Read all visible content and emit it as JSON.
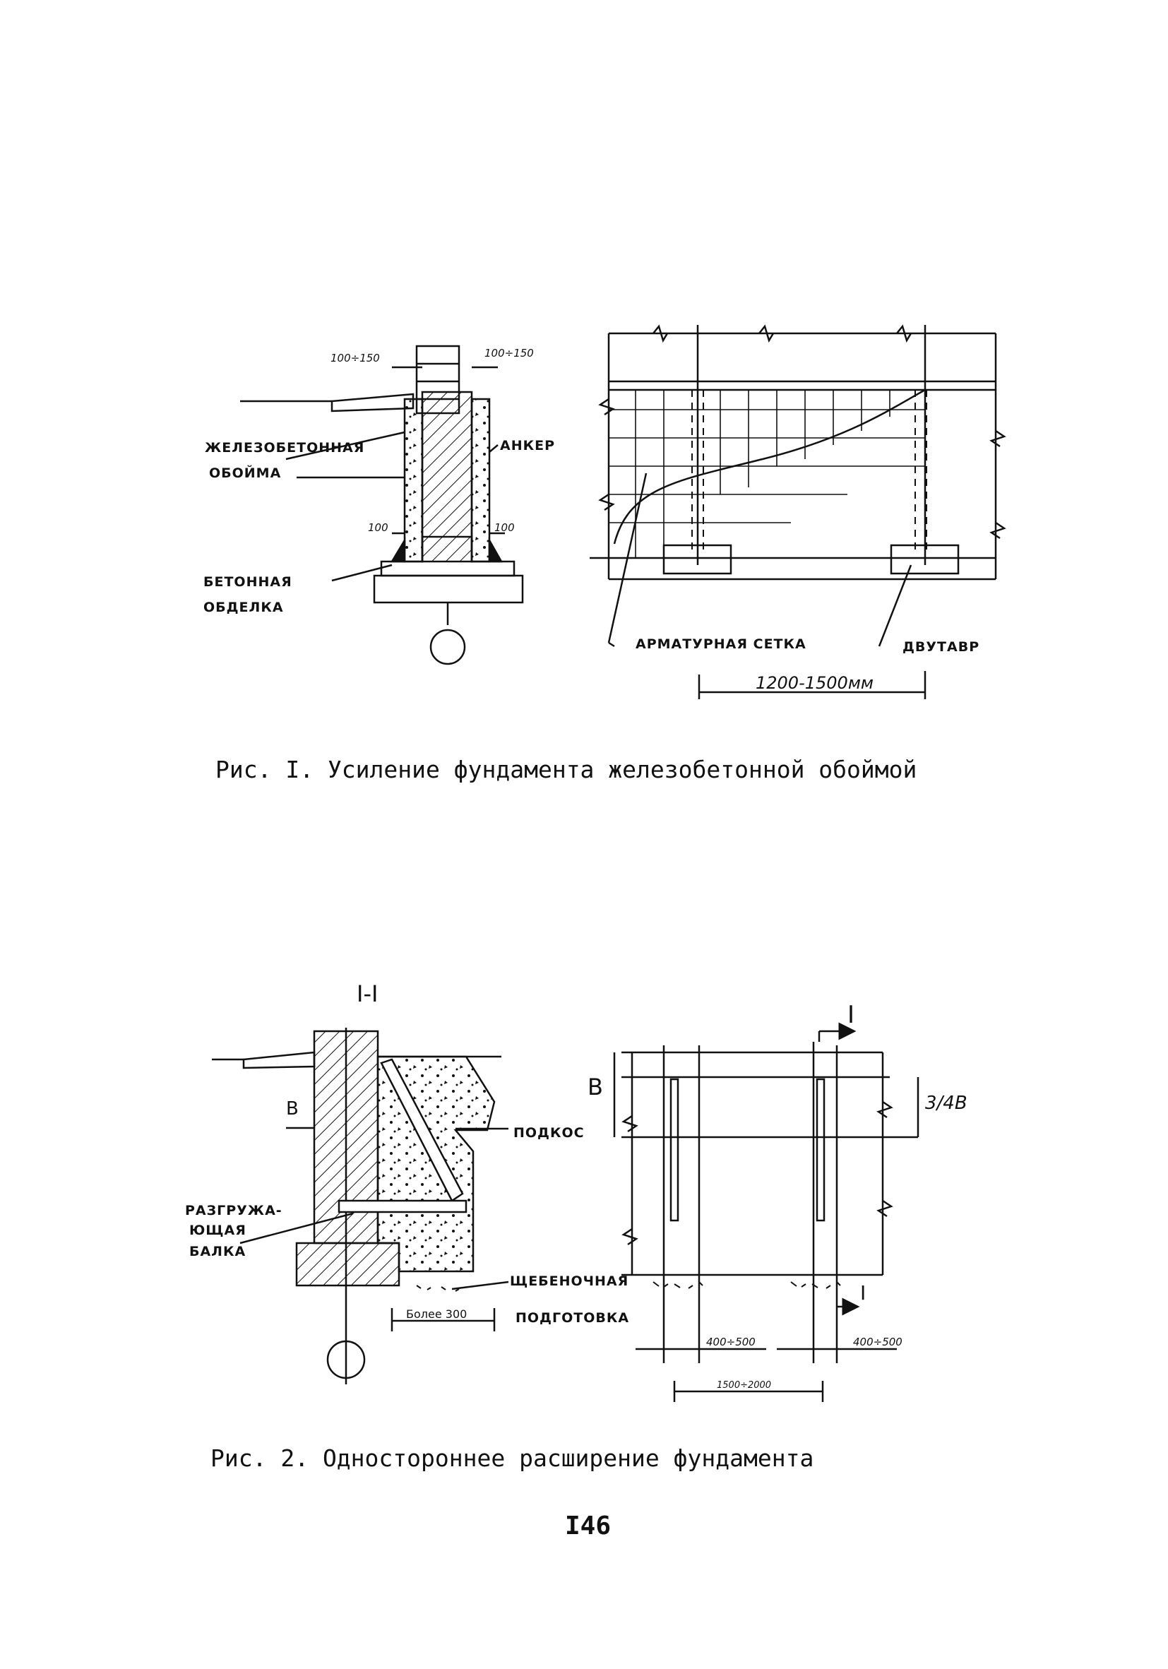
{
  "fig1": {
    "dims": {
      "left_top": "100÷150",
      "right_top": "100÷150",
      "left_low": "100",
      "right_low": "100",
      "span": "1200-1500мм"
    },
    "labels": {
      "jacket_line1": "ЖЕЛЕЗОБЕТОННАЯ",
      "jacket_line2": "ОБОЙМА",
      "anchor": "АНКЕР",
      "concrete_line1": "БЕТОННАЯ",
      "concrete_line2": "ОБДЕЛКА",
      "mesh": "АРМАТУРНАЯ СЕТКА",
      "ibeam": "ДВУТАВР"
    },
    "caption": "Рис. I. Усиление фундамента железобетонной обоймой"
  },
  "fig2": {
    "section_title": "I-I",
    "labels": {
      "b_left": "B",
      "b_right": "B",
      "three_quarter_b": "3/4B",
      "brace": "ПОДКОС",
      "beam_line1": "РАЗГРУЖА-",
      "beam_line2": "ЮЩАЯ",
      "beam_line3": "БАЛКА",
      "gravel_line1": "ЩЕБЕНОЧНАЯ",
      "gravel_line2": "ПОДГОТОВКА",
      "section_mark_top": "I",
      "section_mark_bottom": "I"
    },
    "dims": {
      "more_than": "Более 300",
      "w1": "400÷500",
      "w2": "400÷500",
      "spacing": "1500÷2000"
    },
    "caption": "Рис. 2. Одностороннее расширение фундамента"
  },
  "page_number": "I46"
}
